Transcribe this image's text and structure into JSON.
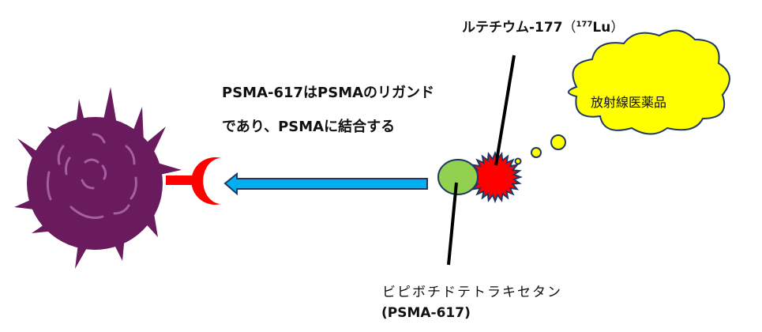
{
  "title": "PSMA-617 放射線医薬品の作用機序",
  "labels": {
    "radionuclide_name": "ルテチウム-177",
    "radionuclide_symbol_open": "（",
    "radionuclide_mass_number": "177",
    "radionuclide_symbol": "Lu",
    "radionuclide_symbol_close": "）",
    "description_line1": "PSMA-617はPSMAのリガンド",
    "description_line2": "であり、PSMAに結合する",
    "thought_bubble": "放射線医薬品",
    "ligand_name": "ビピボチドテトラキセタン",
    "ligand_code": "(PSMA-617)"
  },
  "icons": {
    "cell": "cancer-cell-icon",
    "receptor": "psma-receptor-icon",
    "arrow": "binding-arrow-left",
    "ligand": "ligand-green-circle",
    "isotope": "lutetium-starburst",
    "thought": "thought-cloud"
  },
  "colors": {
    "cell": "#6a1b5e",
    "cell_detail": "#a45fa0",
    "receptor": "#ff0000",
    "arrow_fill": "#00b0f0",
    "outline": "#1f3864",
    "ligand": "#92d050",
    "isotope": "#ff0000",
    "cloud": "#ffff00"
  }
}
